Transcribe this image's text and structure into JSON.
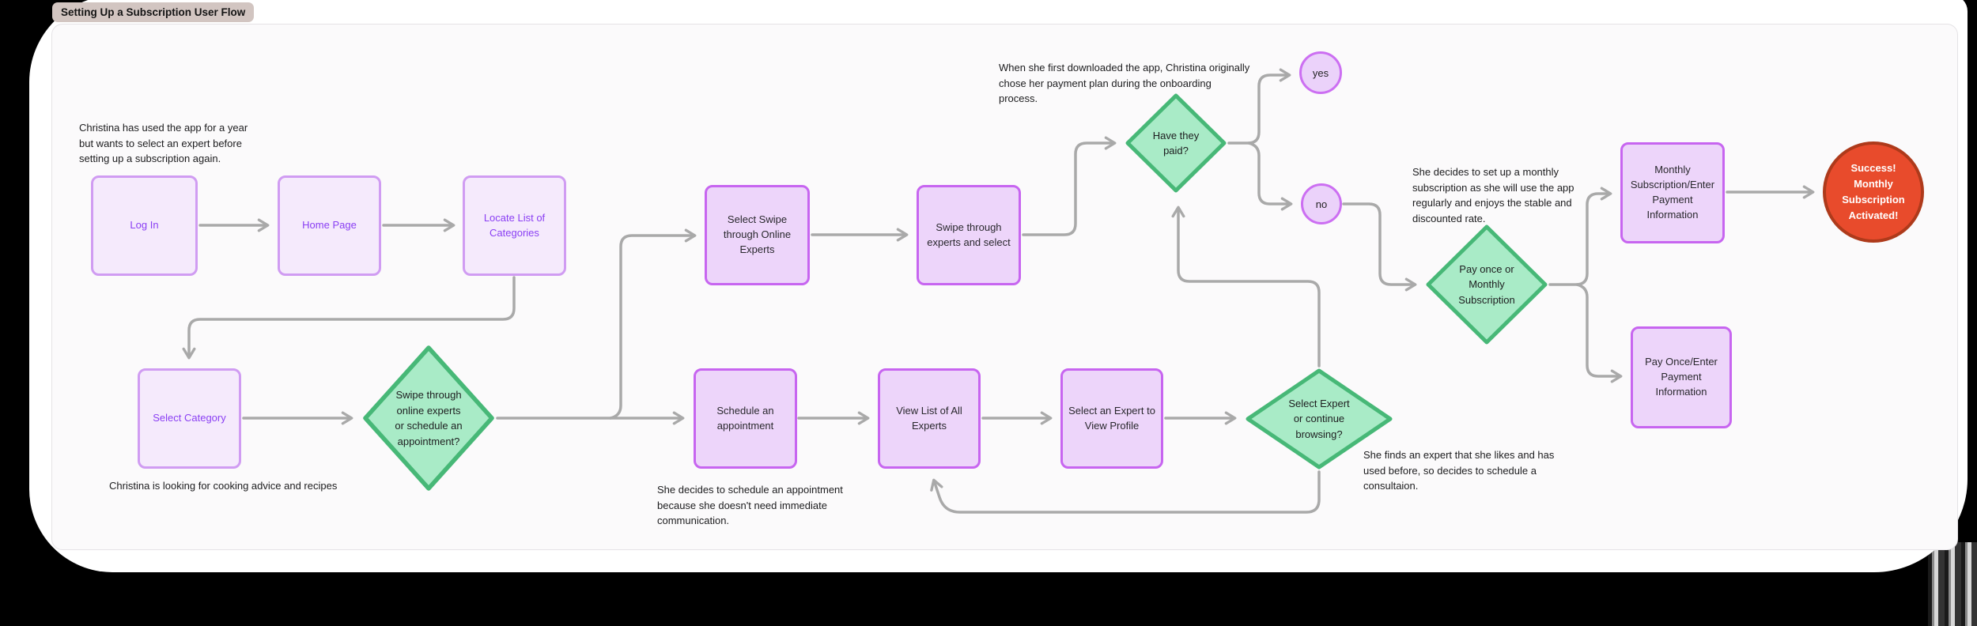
{
  "window": {
    "tab_label": "Setting Up a Subscription User Flow"
  },
  "colors": {
    "page_bg": "#000000",
    "canvas_bg": "#FBFAFB",
    "tab_bg": "#D2C5C1",
    "process_purple_fill": "#F5EAFC",
    "process_purple_border": "#D09CF2",
    "process_purple_text": "#8A3FF3",
    "process_lilac_fill": "#EDD5FA",
    "process_lilac_border": "#C765F0",
    "decision_fill": "#A9EBC7",
    "decision_border": "#47B877",
    "terminal_fill": "#E84B2C",
    "terminal_border": "#AE3A1B",
    "connector_gray": "#A9A9A9"
  },
  "nodes": {
    "log_in": {
      "label": "Log In"
    },
    "home_page": {
      "label": "Home Page"
    },
    "locate_categories": {
      "label": "Locate List of\nCategories"
    },
    "select_category": {
      "label": "Select Category"
    },
    "swipe_or_schedule": {
      "label": "Swipe through\nonline experts\nor schedule an\nappointment?"
    },
    "select_swipe": {
      "label": "Select Swipe\nthrough Online\nExperts"
    },
    "swipe_select": {
      "label": "Swipe through\nexperts and select"
    },
    "have_they_paid": {
      "label": "Have they\npaid?"
    },
    "yes": {
      "label": "yes"
    },
    "no": {
      "label": "no"
    },
    "pay_once_or_monthly": {
      "label": "Pay once or\nMonthly\nSubscription"
    },
    "monthly_subscription": {
      "label": "Monthly\nSubscription/Enter\nPayment\nInformation"
    },
    "success": {
      "label": "Success!\nMonthly\nSubscription\nActivated!"
    },
    "pay_once": {
      "label": "Pay Once/Enter\nPayment\nInformation"
    },
    "schedule_appointment": {
      "label": "Schedule an\nappointment"
    },
    "view_all_experts": {
      "label": "View List of All\nExperts"
    },
    "select_expert_profile": {
      "label": "Select an Expert to\nView Profile"
    },
    "select_or_browse": {
      "label": "Select Expert\nor continue\nbrowsing?"
    }
  },
  "annotations": {
    "persona_intro": "Christina has used the app for a year\nbut wants to select an expert before\nsetting up a subscription again.",
    "cooking": "Christina is looking for cooking advice and recipes",
    "payment_plan": "When she first downloaded the app, Christina originally\nchose her payment plan during the onboarding\nprocess.",
    "monthly_decision": "She decides to set up a monthly\nsubscription as she will use the app\nregularly and enjoys the stable and\ndiscounted rate.",
    "schedule_reason": "She decides to schedule an appointment\nbecause she doesn't need immediate\ncommunication.",
    "expert_found": "She finds an expert that she likes and has\nused before, so decides to schedule a\nconsultaion."
  }
}
